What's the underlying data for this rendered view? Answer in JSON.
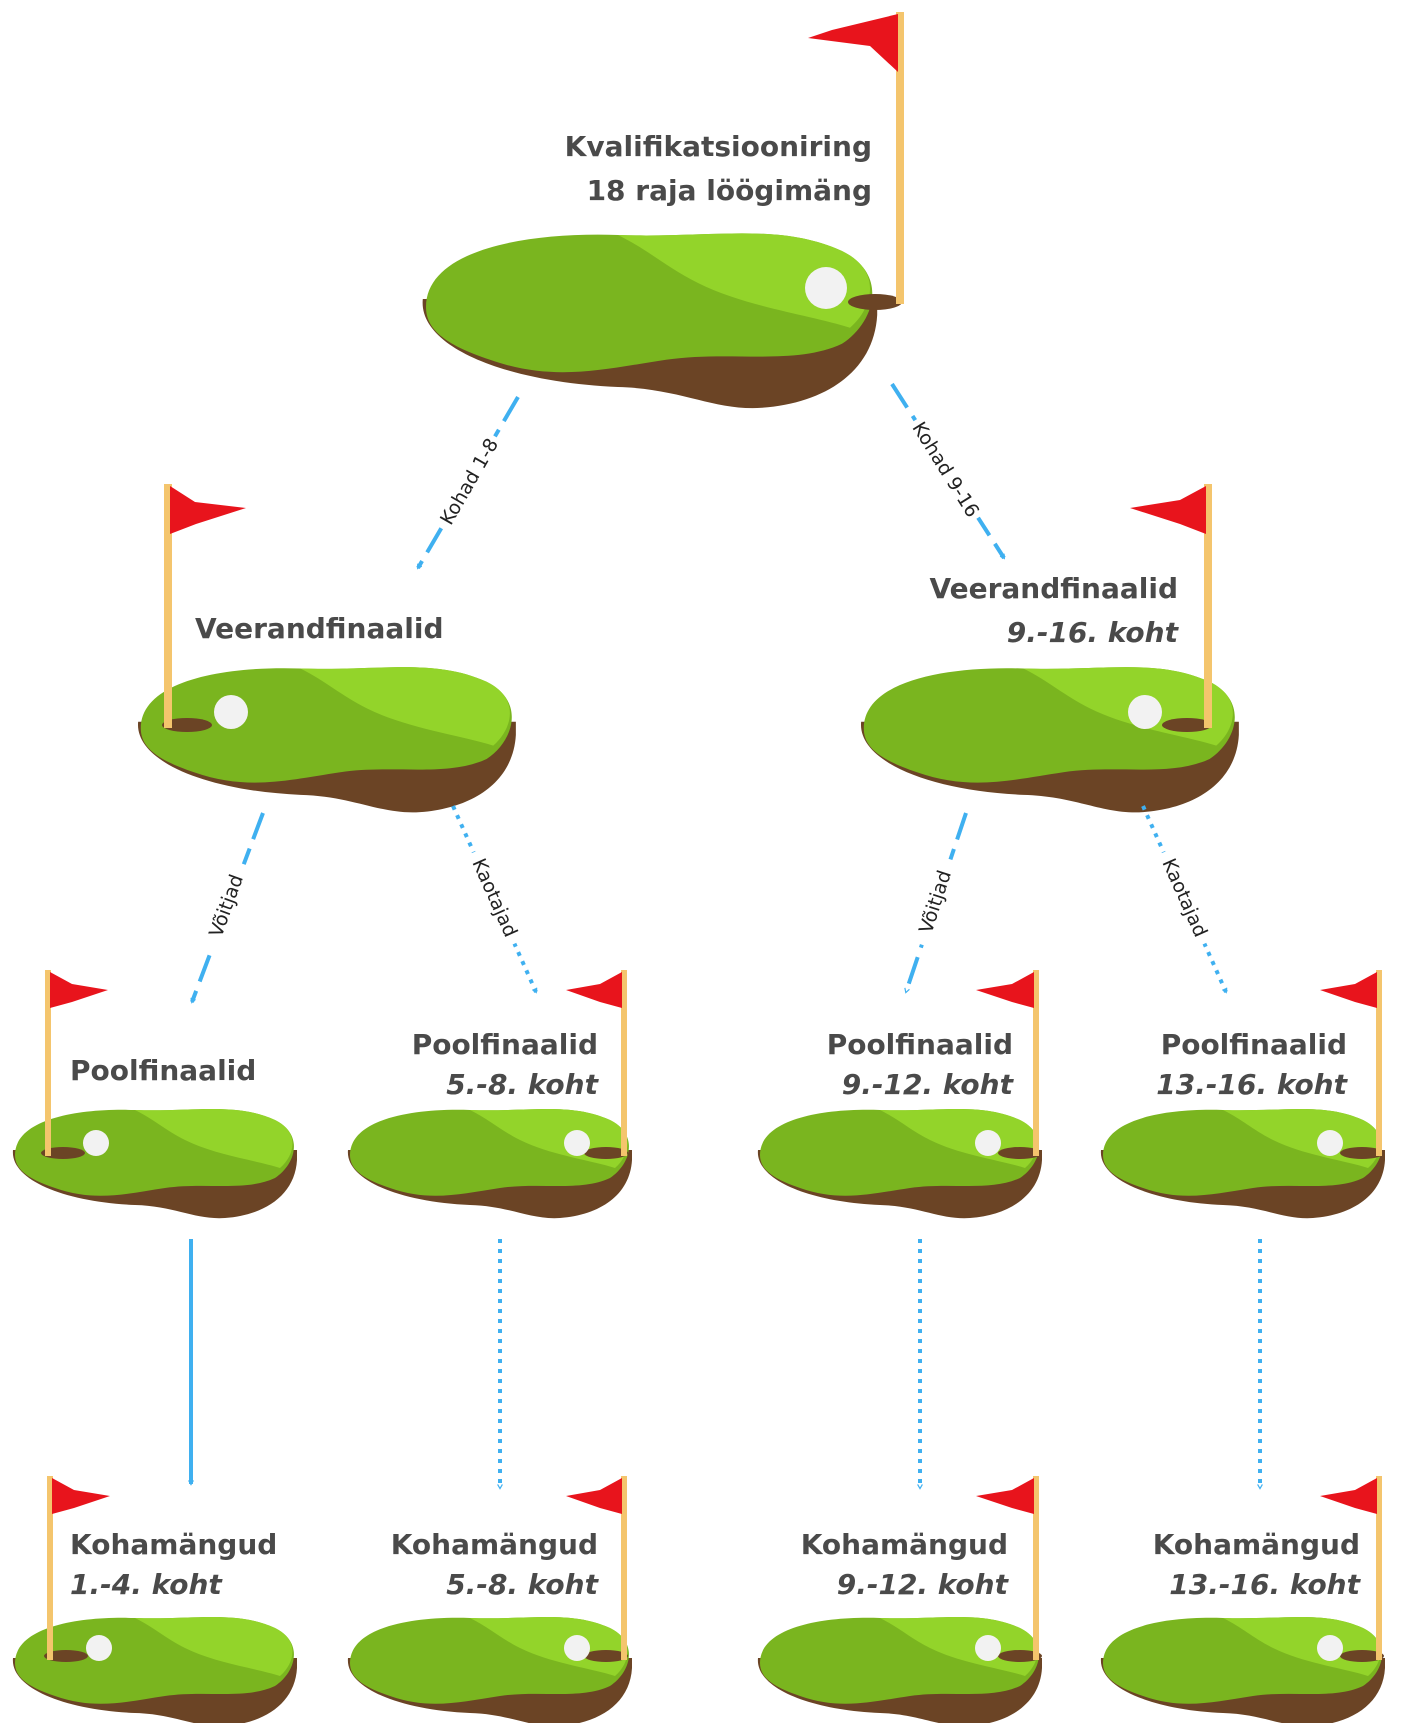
{
  "colors": {
    "grass_light": "#93d42a",
    "grass_dark": "#7ab51f",
    "soil": "#6b4425",
    "flag": "#e8141c",
    "pole": "#f4c56d",
    "ball": "#f2f2f2",
    "hole": "#6b4425",
    "arrow": "#3fb0f0",
    "text": "#4a4a4a"
  },
  "nodes": {
    "qual": {
      "title": "Kvalifikatsiooniring",
      "subtitle": "18 raja löögimäng"
    },
    "qf_left": {
      "title": "Veerandfinaalid",
      "subtitle": ""
    },
    "qf_right": {
      "title": "Veerandfinaalid",
      "subtitle": "9.-16. koht"
    },
    "sf_1": {
      "title": "Poolfinaalid",
      "subtitle": ""
    },
    "sf_2": {
      "title": "Poolfinaalid",
      "subtitle": "5.-8. koht"
    },
    "sf_3": {
      "title": "Poolfinaalid",
      "subtitle": "9.-12. koht"
    },
    "sf_4": {
      "title": "Poolfinaalid",
      "subtitle": "13.-16. koht"
    },
    "pl_1": {
      "title": "Kohamängud",
      "subtitle": "1.-4. koht"
    },
    "pl_2": {
      "title": "Kohamängud",
      "subtitle": "5.-8. koht"
    },
    "pl_3": {
      "title": "Kohamängud",
      "subtitle": "9.-12. koht"
    },
    "pl_4": {
      "title": "Kohamängud",
      "subtitle": "13.-16. koht"
    }
  },
  "edges": {
    "qual_qf_left": {
      "label": "Kohad 1-8",
      "style": "dashed"
    },
    "qual_qf_right": {
      "label": "Kohad 9-16",
      "style": "dashed"
    },
    "qfl_sf1": {
      "label": "Võitjad",
      "style": "dashed"
    },
    "qfl_sf2": {
      "label": "Kaotajad",
      "style": "dotted"
    },
    "qfr_sf3": {
      "label": "Võitjad",
      "style": "dashed"
    },
    "qfr_sf4": {
      "label": "Kaotajad",
      "style": "dotted"
    },
    "sf1_pl1": {
      "label": "",
      "style": "solid"
    },
    "sf2_pl2": {
      "label": "",
      "style": "dotted"
    },
    "sf3_pl3": {
      "label": "",
      "style": "dotted"
    },
    "sf4_pl4": {
      "label": "",
      "style": "dotted"
    }
  }
}
